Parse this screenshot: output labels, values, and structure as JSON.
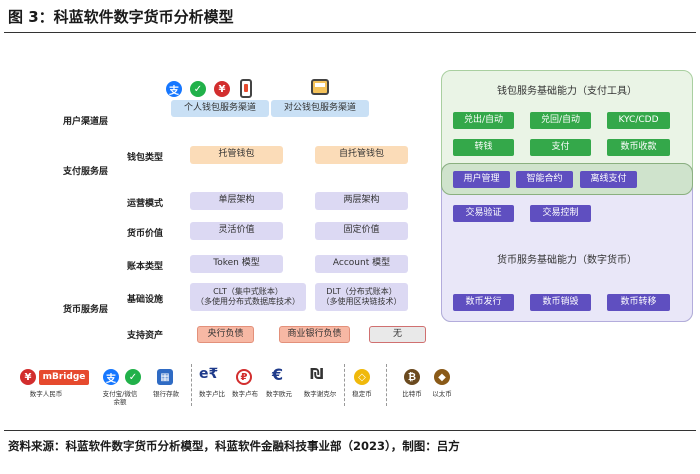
{
  "figure": {
    "title": "图 3：科蓝软件数字货币分析模型",
    "source": "资料来源：科蓝软件数字货币分析模型，科蓝软件金融科技事业部（2023），制图：吕方"
  },
  "layers": {
    "user_channel": "用户渠道层",
    "payment_service": "支付服务层",
    "currency_service": "货币服务层"
  },
  "channels": {
    "personal": "个人钱包服务渠道",
    "corporate": "对公钱包服务渠道"
  },
  "rows": [
    {
      "label": "钱包类型",
      "left": "托管钱包",
      "right": "自托管钱包"
    },
    {
      "label": "运营模式",
      "left": "单层架构",
      "right": "两层架构"
    },
    {
      "label": "货币价值",
      "left": "灵活价值",
      "right": "固定价值"
    },
    {
      "label": "账本类型",
      "left": "Token 模型",
      "right": "Account 模型"
    },
    {
      "label": "基础设施",
      "left": "CLT（集中式账本）\n（多使用分布式数据库技术）",
      "right": "DLT（分布式账本）\n（多使用区块链技术）"
    }
  ],
  "assets": {
    "label": "支持资产",
    "items": [
      "央行负债",
      "商业银行负债",
      "无"
    ]
  },
  "wallet_panel": {
    "title": "钱包服务基础能力（支付工具）",
    "row1": [
      "兑出/自动",
      "兑回/自动",
      "KYC/CDD"
    ],
    "row2": [
      "转钱",
      "支付",
      "数币收款"
    ]
  },
  "shared_row": [
    "用户管理",
    "智能合约",
    "离线支付"
  ],
  "currency_panel": {
    "title": "货币服务基础能力（数字货币）",
    "row1": [
      "交易验证",
      "交易控制"
    ],
    "row2": [
      "数币发行",
      "数币销毁",
      "数币转移"
    ]
  },
  "bottom_icons": [
    {
      "caption": "数字人民币",
      "brand": "mBridge"
    },
    {
      "caption": "支付宝/微信\n余额"
    },
    {
      "caption": "银行存款"
    },
    {
      "caption": "数字卢比"
    },
    {
      "caption": "数字卢布"
    },
    {
      "caption": "数字欧元"
    },
    {
      "caption": "数字谢克尔"
    },
    {
      "caption": "稳定币"
    },
    {
      "caption": "比特币"
    },
    {
      "caption": "以太币"
    }
  ],
  "colors": {
    "green_button": "#34a84a",
    "purple_button": "#5f4fc0",
    "channel_fill": "#c9e0f5",
    "wallet_fill": "#fbdcb8",
    "option_fill": "#dcd9f3",
    "asset_fill": "#f7b8a4"
  },
  "icons": {
    "alipay": "alipay-icon",
    "wechat": "wechat-icon",
    "ecny": "ecny-icon",
    "phone": "phone-icon",
    "pos": "pos-terminal-icon"
  }
}
